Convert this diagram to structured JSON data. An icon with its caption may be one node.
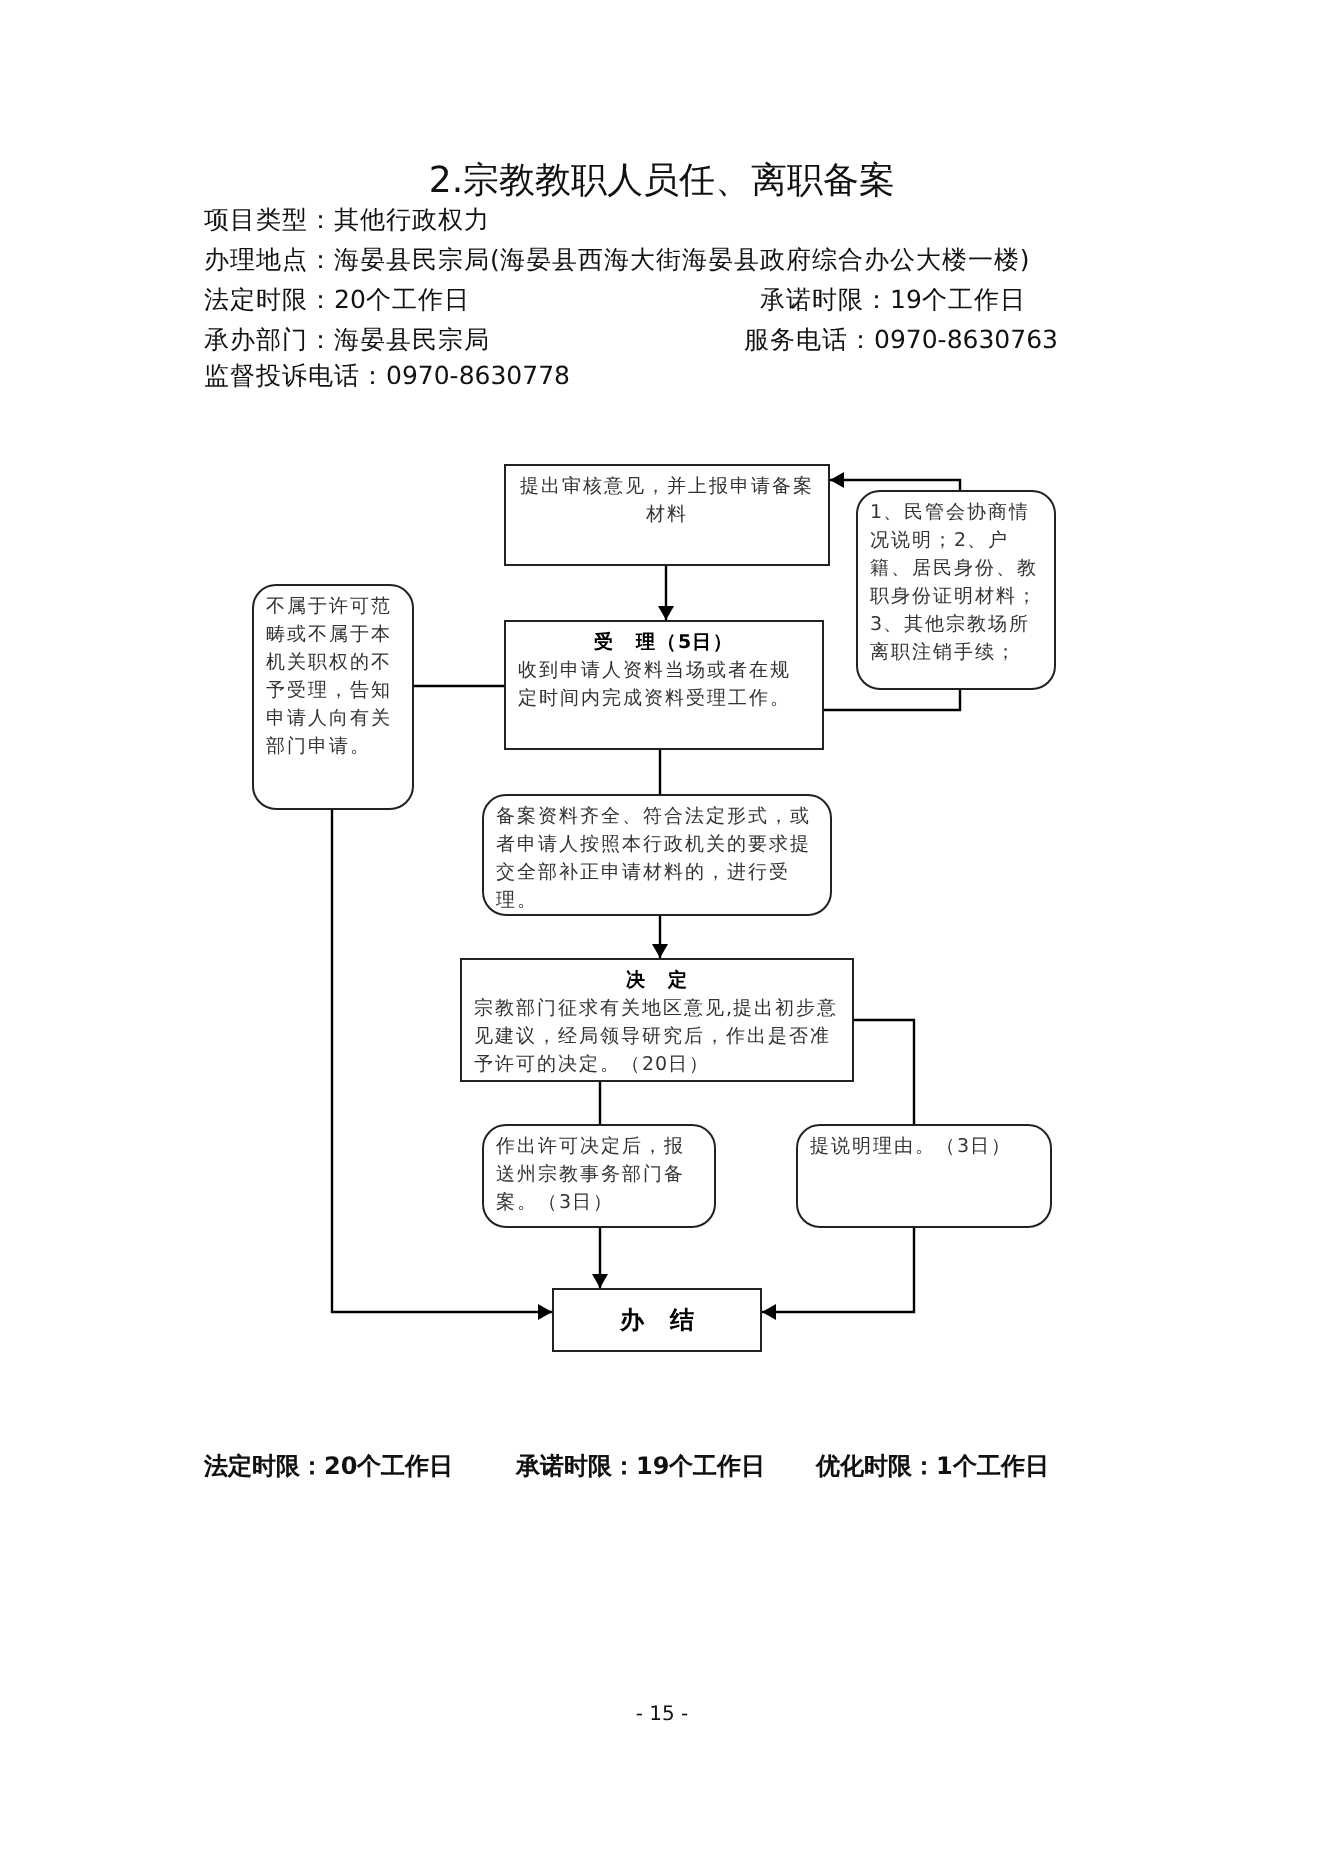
{
  "diagram": {
    "title": "2.宗教教职人员任、离职备案",
    "nodes": [
      {
        "text": [
          "提出审核意见，并上报申请备案材料"
        ]
      },
      {
        "text": [
          "1、民管会协商情况说明；2、户籍、居民身份、教职身份证明材料；3、其他宗教场所离职注销手续；"
        ]
      },
      {
        "text": [
          "受　理（5日）",
          "收到申请人资料当场或者在规定时间内完成资料受理工作。"
        ]
      },
      {
        "text": [
          "不属于许可范畴或不属于本机关职权的不予受理，告知申请人向有关部门申请。"
        ]
      },
      {
        "text": [
          "备案资料齐全、符合法定形式，或者申请人按照本行政机关的要求提交全部补正申请材料的，进行受理。"
        ]
      },
      {
        "text": [
          "决　定",
          "宗教部门征求有关地区意见,提出初步意见建议，经局领导研究后，作出是否准予许可的决定。（20日）"
        ]
      },
      {
        "text": [
          "作出许可决定后，报送州宗教事务部门备案。（3日）"
        ]
      },
      {
        "text": [
          "提说明理由。（3日）"
        ]
      },
      {
        "text": [
          "办　结"
        ]
      }
    ],
    "edges": [
      {
        "from": 1,
        "to": 0,
        "arrow": "to"
      },
      {
        "from": 2,
        "to": 1,
        "arrow": "none"
      },
      {
        "from": 0,
        "to": 2,
        "arrow": "to"
      },
      {
        "from": 3,
        "to": 2,
        "arrow": "none"
      },
      {
        "from": 2,
        "to": 4,
        "arrow": "none"
      },
      {
        "from": 4,
        "to": 5,
        "arrow": "to"
      },
      {
        "from": 5,
        "to": 6,
        "arrow": "none"
      },
      {
        "from": 5,
        "to": 7,
        "arrow": "none"
      },
      {
        "from": 6,
        "to": 8,
        "arrow": "to"
      },
      {
        "from": 3,
        "to": 8,
        "arrow": "to"
      },
      {
        "from": 7,
        "to": 8,
        "arrow": "to"
      }
    ],
    "labels": [
      "项目类型：其他行政权力",
      "办理地点：海晏县民宗局(海晏县西海大街海晏县政府综合办公大楼一楼)",
      "法定时限：20个工作日",
      "承诺时限：19个工作日",
      "承办部门：海晏县民宗局",
      "服务电话：0970-8630763",
      "监督投诉电话：0970-8630778",
      "法定时限：20个工作日",
      "承诺时限：19个工作日",
      "优化时限：1个工作日",
      "- 15 -"
    ]
  }
}
